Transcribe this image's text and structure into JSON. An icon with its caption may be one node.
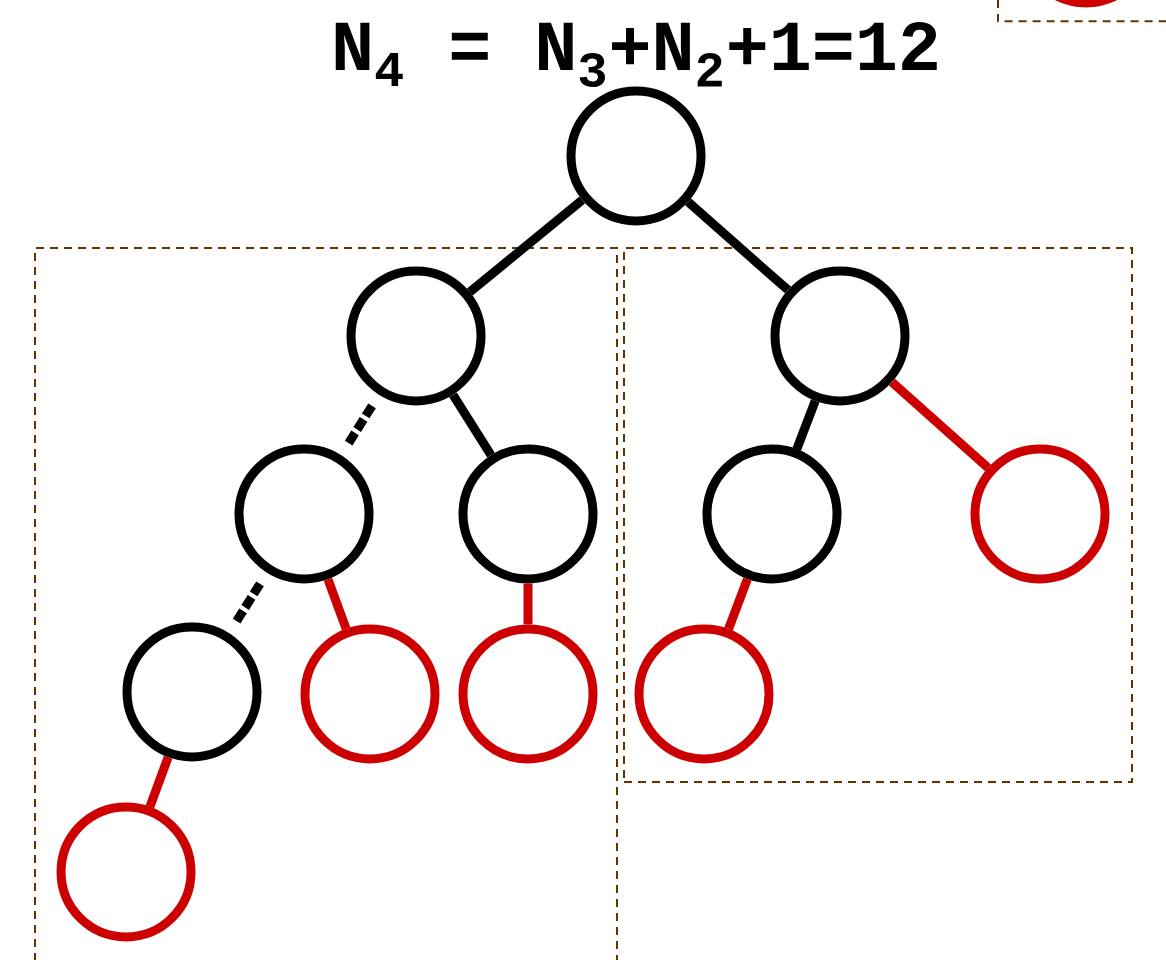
{
  "diagram": {
    "title": "N$_{4}$ = N$_{3}$+N$_{2}$+1=12",
    "nodes": [
      {
        "text": [],
        "shape": "circle"
      },
      {
        "text": [],
        "shape": "box"
      },
      {
        "text": [],
        "shape": "circle",
        "in": 1
      },
      {
        "text": [],
        "shape": "circle",
        "in": 1
      },
      {
        "text": [],
        "shape": "circle",
        "in": 1
      },
      {
        "text": [],
        "shape": "circle",
        "in": 1
      },
      {
        "text": [],
        "shape": "circle",
        "in": 1
      },
      {
        "text": [],
        "shape": "circle",
        "in": 1
      },
      {
        "text": [],
        "shape": "circle",
        "in": 1
      },
      {
        "text": [],
        "shape": "box"
      },
      {
        "text": [],
        "shape": "circle",
        "in": 9
      },
      {
        "text": [],
        "shape": "circle",
        "in": 9
      },
      {
        "text": [],
        "shape": "circle",
        "in": 9
      },
      {
        "text": [],
        "shape": "circle",
        "in": 9
      }
    ],
    "edges": [
      {
        "from": 0,
        "to": 2,
        "arrow": "none"
      },
      {
        "from": 0,
        "to": 10,
        "arrow": "none"
      },
      {
        "from": 2,
        "to": 3,
        "arrow": "none",
        "style": "dashed"
      },
      {
        "from": 2,
        "to": 4,
        "arrow": "none"
      },
      {
        "from": 3,
        "to": 5,
        "arrow": "none",
        "style": "dashed"
      },
      {
        "from": 3,
        "to": 6,
        "arrow": "none",
        "color": "#cc0000"
      },
      {
        "from": 4,
        "to": 7,
        "arrow": "none",
        "color": "#cc0000"
      },
      {
        "from": 5,
        "to": 8,
        "arrow": "none",
        "color": "#cc0000"
      },
      {
        "from": 10,
        "to": 11,
        "arrow": "none"
      },
      {
        "from": 10,
        "to": 12,
        "arrow": "none",
        "color": "#cc0000"
      },
      {
        "from": 11,
        "to": 13,
        "arrow": "none",
        "color": "#cc0000"
      }
    ]
  }
}
